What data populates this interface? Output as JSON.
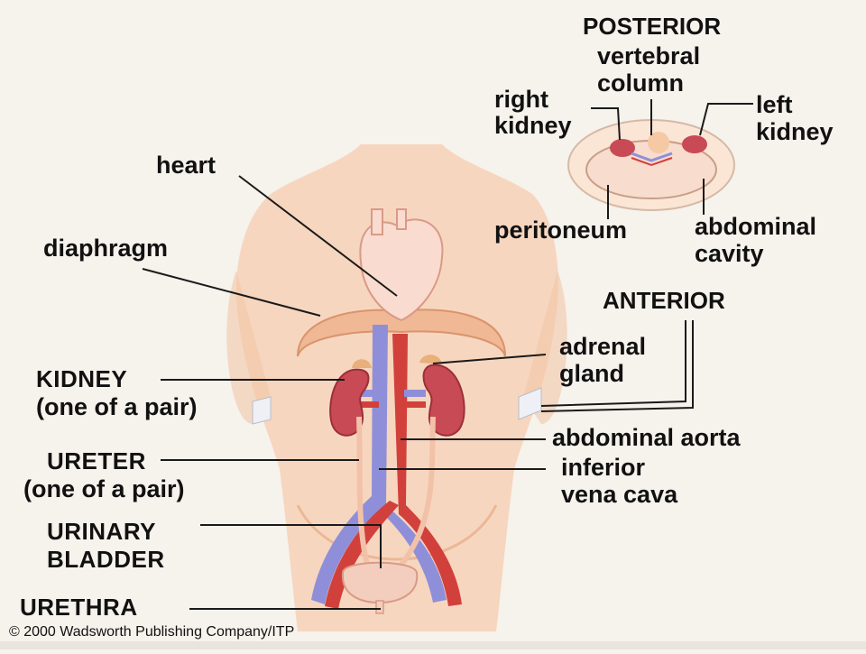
{
  "inset": {
    "posterior": "POSTERIOR",
    "vertebral_column": [
      "vertebral",
      "column"
    ],
    "right_kidney": [
      "right",
      "kidney"
    ],
    "left_kidney": [
      "left",
      "kidney"
    ],
    "peritoneum": "peritoneum",
    "abdominal_cavity": [
      "abdominal",
      "cavity"
    ],
    "anterior": "ANTERIOR"
  },
  "labels": {
    "heart": "heart",
    "diaphragm": "diaphragm",
    "kidney": [
      "KIDNEY",
      "(one of a pair)"
    ],
    "ureter": [
      "URETER",
      "(one of a pair)"
    ],
    "urinary_bladder": [
      "URINARY",
      "BLADDER"
    ],
    "urethra": "URETHRA",
    "adrenal_gland": [
      "adrenal",
      "gland"
    ],
    "abdominal_aorta": "abdominal aorta",
    "inferior_vena_cava": [
      "inferior",
      "vena cava"
    ]
  },
  "copyright": "© 2000 Wadsworth Publishing Company/ITP",
  "colors": {
    "skin": "#f7d6bf",
    "skin_shadow": "#eab896",
    "kidney": "#c84a55",
    "artery": "#d2403c",
    "vein": "#8f8fd9",
    "heart": "#fadbd0",
    "bladder": "#f3cdbd"
  }
}
